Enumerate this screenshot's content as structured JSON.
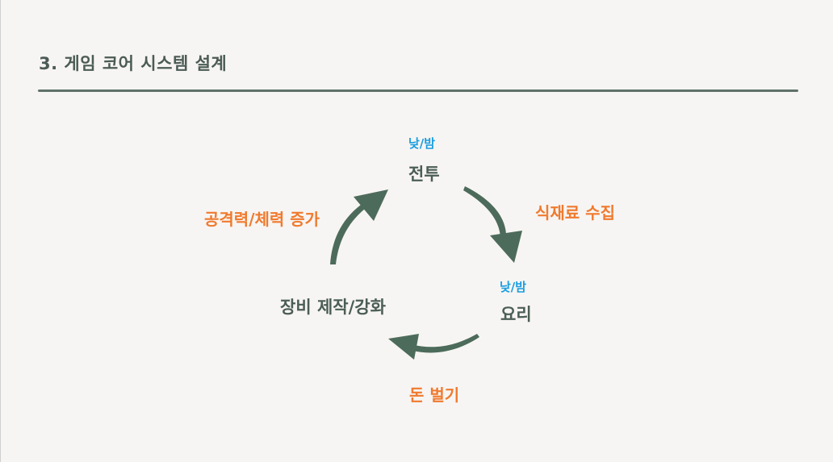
{
  "slide": {
    "title": "3. 게임 코어 시스템 설계"
  },
  "diagram": {
    "nodes": {
      "combat": {
        "label": "전투",
        "tag": "낮/밤"
      },
      "cooking": {
        "label": "요리",
        "tag": "낮/밤"
      },
      "crafting": {
        "label": "장비 제작/강화"
      }
    },
    "edges": {
      "combat_to_cooking": "식재료 수집",
      "cooking_to_crafting": "돈 벌기",
      "crafting_to_combat": "공격력/체력 증가"
    },
    "colors": {
      "arrow": "#4d6b5b",
      "node_text": "#4b5e55",
      "edge_text": "#f07a2e",
      "tag_text": "#1a9ee0",
      "divider": "#5e7268"
    }
  }
}
